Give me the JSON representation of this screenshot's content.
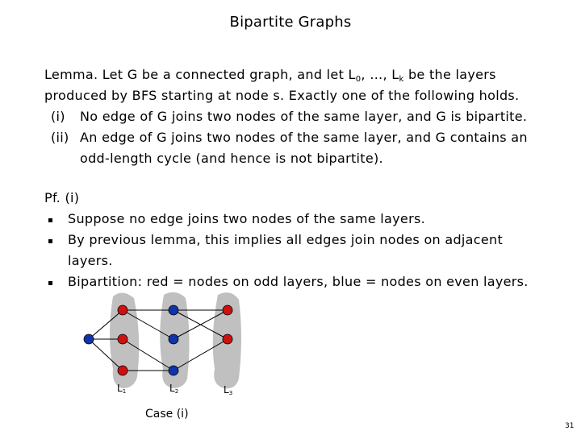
{
  "title": "Bipartite Graphs",
  "lemma": {
    "line1_a": "Lemma.  Let G be a connected graph, and let L",
    "sub0": "0",
    "line1_b": ", …, L",
    "subk": "k",
    "line1_c": " be the layers",
    "line2": "produced by BFS starting at node s.  Exactly one of the following holds.",
    "items": [
      {
        "label": "(i)",
        "text": "No edge of G joins two nodes of the same layer, and G is bipartite."
      },
      {
        "label": "(ii)",
        "text": "An edge of G joins two nodes of the same layer, and G contains an",
        "text2": "odd-length cycle (and hence is not bipartite)."
      }
    ]
  },
  "proof": {
    "label": "Pf.  (i)",
    "bullets": [
      "Suppose no edge joins two nodes of the same layers.",
      "By previous lemma, this implies all edges join nodes on adjacent",
      "Bipartition:  red = nodes on odd layers, blue = nodes on even layers."
    ],
    "bullet2_cont": "layers."
  },
  "graph": {
    "layer_labels": [
      {
        "base": "L",
        "sub": "1"
      },
      {
        "base": "L",
        "sub": "2"
      },
      {
        "base": "L",
        "sub": "3"
      }
    ],
    "colors": {
      "red": "#cc1111",
      "blue": "#1133aa",
      "band": "#c0c0c0",
      "edge": "#000000"
    }
  },
  "caption": "Case (i)",
  "page_number": "31"
}
